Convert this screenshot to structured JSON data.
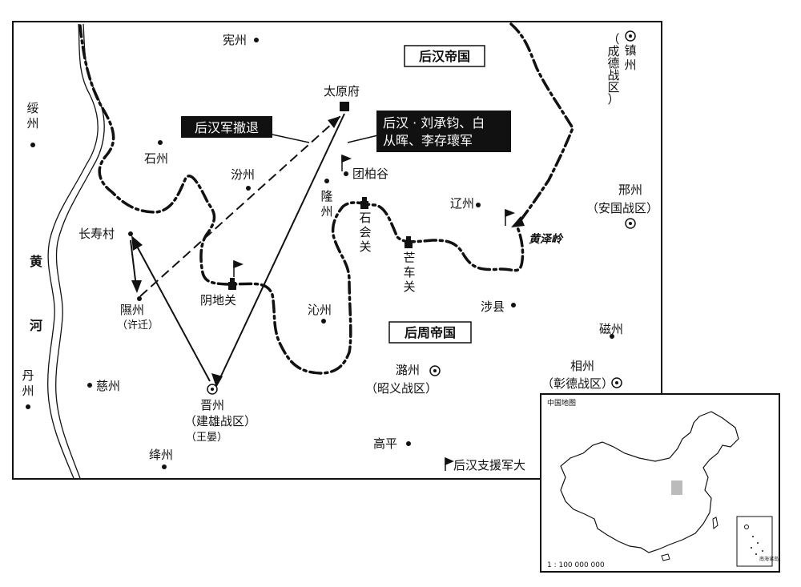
{
  "map": {
    "states": {
      "later_han": "后汉帝国",
      "later_zhou": "后周帝国"
    },
    "places": {
      "xianzhou": "宪州",
      "suizhou": "绥州",
      "shizhou": "石州",
      "fenzhou": "汾州",
      "taiyuan": "太原府",
      "tuanbaigu": "团柏谷",
      "longzhou": "隆州",
      "shihuiguan": "石会关",
      "liaozhou": "辽州",
      "changshoucun": "长寿村",
      "yinzhou": "隰州",
      "yinzhou_note": "（许迁）",
      "yindiguan": "阴地关",
      "qinzhou": "沁州",
      "mangcheguan": "芒车关",
      "shexian": "涉县",
      "huangzeling": "黄泽岭",
      "xingzhou": "邢州",
      "xingzhou_district": "（安国战区）",
      "cizhou": "磁州",
      "xiangzhou": "相州",
      "xiangzhou_district": "（彰德战区）",
      "luzhou": "潞州",
      "luzhou_district": "（昭义战区）",
      "jinzhou": "晋州",
      "jinzhou_district": "（建雄战区）",
      "jinzhou_note": "（王晏）",
      "cizhou_west": "慈州",
      "danzhou": "丹州",
      "jiangzhou": "绛州",
      "gaoping": "高平",
      "zhenzhou": "镇州",
      "zhenzhou_district": "（成德战区）",
      "river": "黄河"
    },
    "callouts": {
      "retreat": "后汉军撤退",
      "army_line1": "后汉 · 刘承钧、白",
      "army_line2": "从晖、李存瓌军"
    },
    "legend": {
      "support_army": "后汉支援军大"
    }
  },
  "inset": {
    "title": "中国地图",
    "scale": "1 : 100 000 000",
    "south_sea_label": "南海诸岛"
  },
  "colors": {
    "ink": "#111111",
    "paper": "#ffffff",
    "highlight": "#bbbbbb"
  }
}
